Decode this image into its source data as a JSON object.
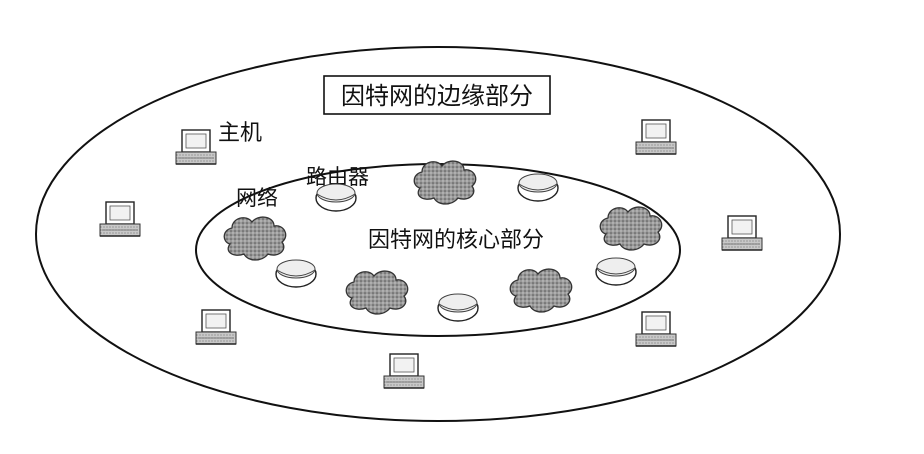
{
  "labels": {
    "edge": "因特网的边缘部分",
    "core": "因特网的核心部分",
    "host": "主机",
    "router": "路由器",
    "network": "网络"
  },
  "colors": {
    "line": "#111111",
    "cloud_fill": "#8a8a8a",
    "router_fill": "#f4f4f4",
    "host_fill": "#bdbdbd"
  },
  "icons": [
    "host-computer-icon",
    "router-icon",
    "network-cloud-icon"
  ]
}
